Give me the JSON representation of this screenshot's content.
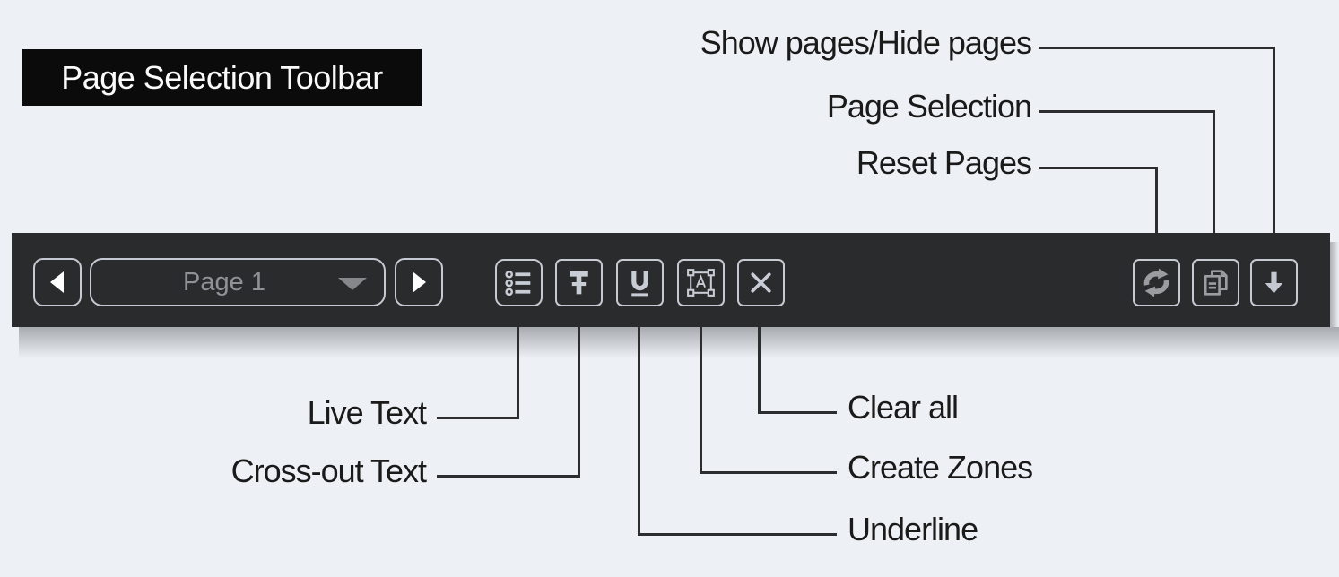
{
  "title": "Page Selection Toolbar",
  "toolbar": {
    "page_dropdown": {
      "value": "Page 1"
    },
    "buttons": [
      {
        "name": "previous-page",
        "icon": "left-triangle"
      },
      {
        "name": "next-page",
        "icon": "right-triangle"
      },
      {
        "name": "live-text",
        "icon": "bullet-list"
      },
      {
        "name": "cross-out-text",
        "icon": "t-strikethrough"
      },
      {
        "name": "underline",
        "icon": "u-underline"
      },
      {
        "name": "create-zones",
        "icon": "selection-box-a"
      },
      {
        "name": "clear-all",
        "icon": "x-mark"
      },
      {
        "name": "reset-pages",
        "icon": "sync-arrows"
      },
      {
        "name": "page-selection",
        "icon": "overlapping-pages"
      },
      {
        "name": "show-hide-pages",
        "icon": "down-arrow"
      }
    ]
  },
  "callouts": {
    "top": [
      {
        "label": "Show pages/Hide pages",
        "target": "show-hide-pages"
      },
      {
        "label": "Page Selection",
        "target": "page-selection"
      },
      {
        "label": "Reset Pages",
        "target": "reset-pages"
      }
    ],
    "bottom_left": [
      {
        "label": "Live Text",
        "target": "live-text"
      },
      {
        "label": "Cross-out Text",
        "target": "cross-out-text"
      }
    ],
    "bottom_right": [
      {
        "label": "Clear all",
        "target": "clear-all"
      },
      {
        "label": "Create Zones",
        "target": "create-zones"
      },
      {
        "label": "Underline",
        "target": "underline"
      }
    ]
  },
  "colors": {
    "background": "#edf1f5",
    "toolbar_bg": "#2a2b2c",
    "title_bg": "#0b0b0b",
    "title_text": "#fafafa",
    "button_border": "#c4c9d2",
    "icon_light": "#c7ccd5",
    "icon_gray": "#9a9c9f",
    "dropdown_text": "#8f9296",
    "callout_text": "#1a1a1a",
    "callout_line": "#2b2d2e"
  }
}
